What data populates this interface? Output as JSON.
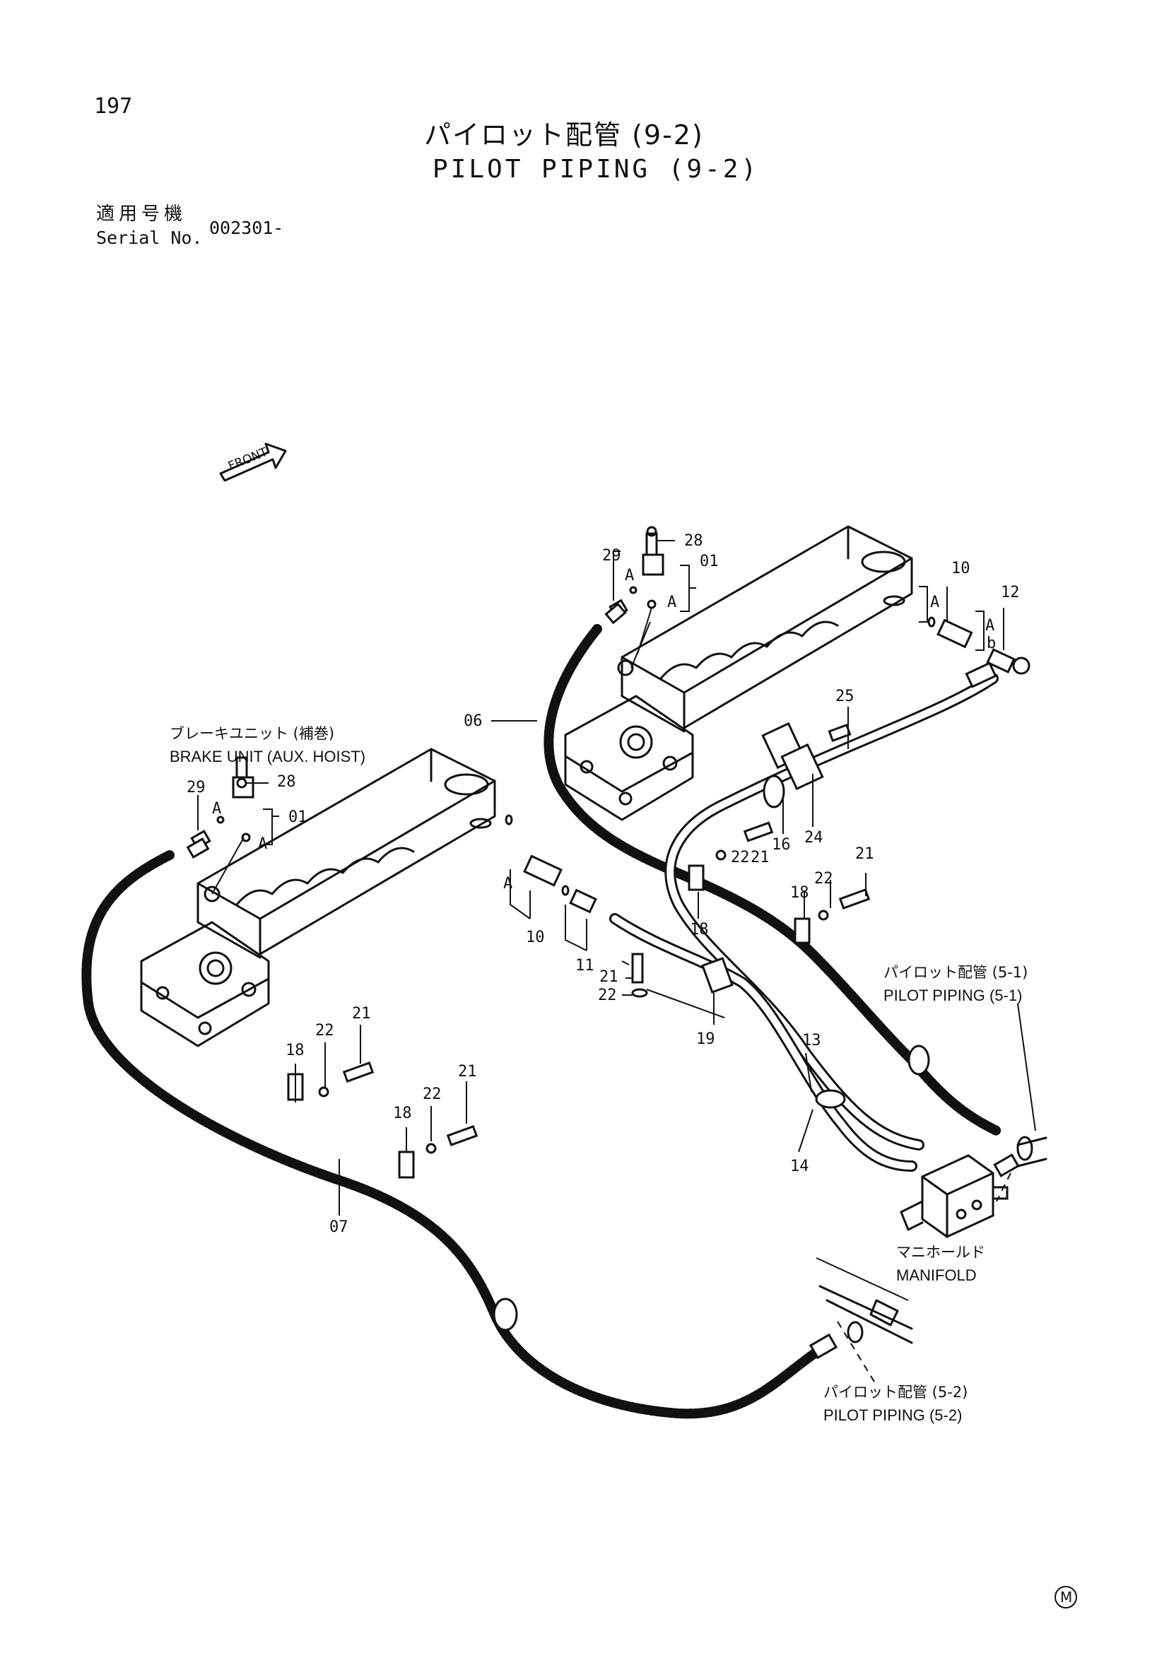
{
  "page_number": "197",
  "title": {
    "japanese": "パイロット配管 (9-2)",
    "english": "PILOT PIPING (9-2)"
  },
  "serial": {
    "label_jp": "適用号機",
    "label_en": "Serial No.",
    "value": "002301-"
  },
  "front_marker": "FRONT",
  "labels": {
    "brake_unit_jp": "ブレーキユニット (補巻)",
    "brake_unit_en": "BRAKE UNIT (AUX. HOIST)",
    "manifold_jp": "マニホールド",
    "manifold_en": "MANIFOLD",
    "pilot_5_1_jp": "パイロット配管 (5-1)",
    "pilot_5_1_en": "PILOT PIPING (5-1)",
    "pilot_5_2_jp": "パイロット配管 (5-2)",
    "pilot_5_2_en": "PILOT PIPING (5-2)"
  },
  "callouts": {
    "c28_upper": "28",
    "c29_upper": "29",
    "c01_upper": "01",
    "cA_upper1": "A",
    "cA_upper2": "A",
    "c10_upper": "10",
    "c12_upper": "12",
    "cA_up10": "A",
    "cA_up12": "A",
    "cb_up12": "b",
    "c06": "06",
    "c25": "25",
    "c24": "24",
    "c16": "16",
    "c22_mid": "22",
    "c21_mid": "21",
    "c18_mid": "18",
    "c22_right": "22",
    "c21_right": "21",
    "c18_right": "18",
    "c28_lower": "28",
    "c29_lower": "29",
    "c01_lower": "01",
    "cA_lower1": "A",
    "cA_lower2": "A",
    "cA_lower10": "A",
    "c10_lower": "10",
    "c11": "11",
    "c21_lower": "21",
    "c22_lower": "22",
    "c19": "19",
    "c13": "13",
    "c14": "14",
    "c18_l1": "18",
    "c22_l1": "22",
    "c21_l1": "21",
    "c18_l2": "18",
    "c22_l2": "22",
    "c21_l2": "21",
    "c07": "07"
  },
  "footer_mark": "M"
}
